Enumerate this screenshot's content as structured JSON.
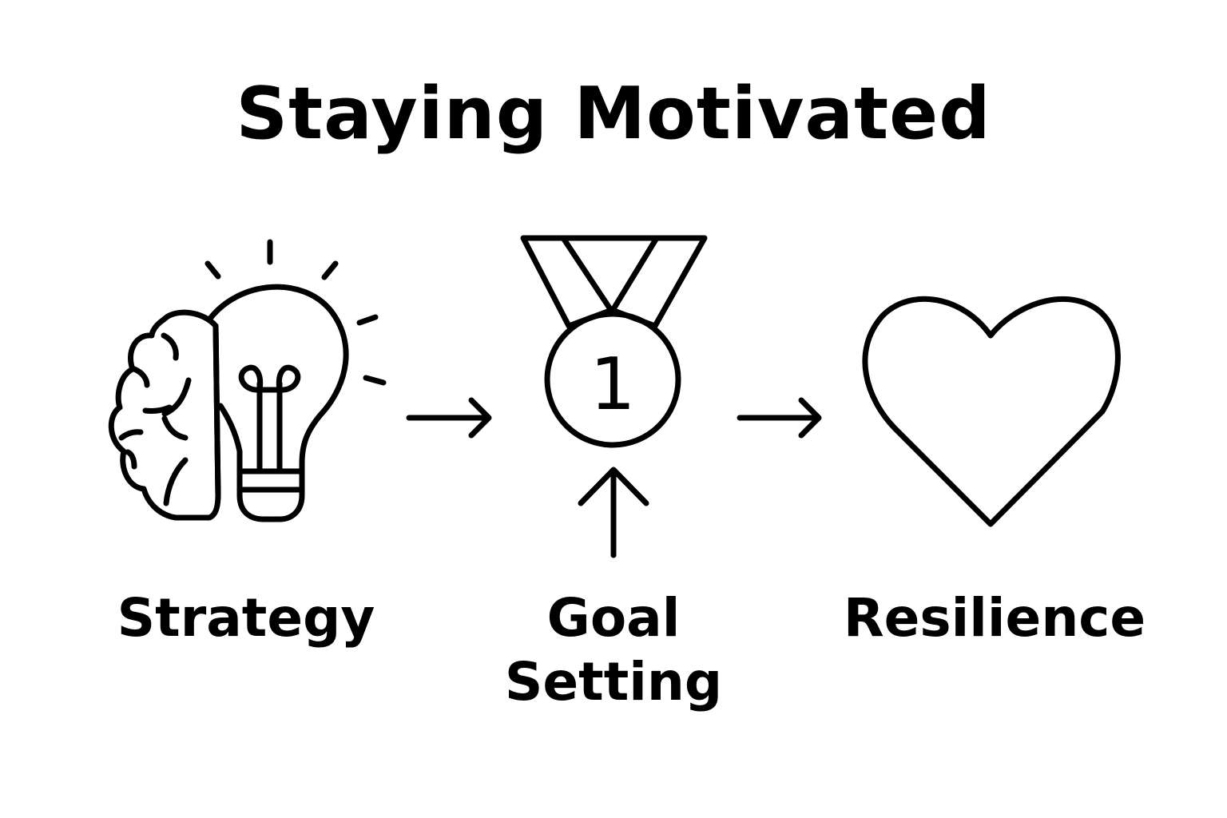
{
  "title": "Staying Motivated",
  "steps": [
    {
      "label": "Strategy",
      "icon": "brain-lightbulb-icon"
    },
    {
      "label_lines": [
        "Goal",
        "Setting"
      ],
      "icon": "medal-icon",
      "medal_text": "1"
    },
    {
      "label": "Resilience",
      "icon": "heart-icon"
    }
  ],
  "colors": {
    "stroke": "#000000",
    "background": "#ffffff"
  }
}
